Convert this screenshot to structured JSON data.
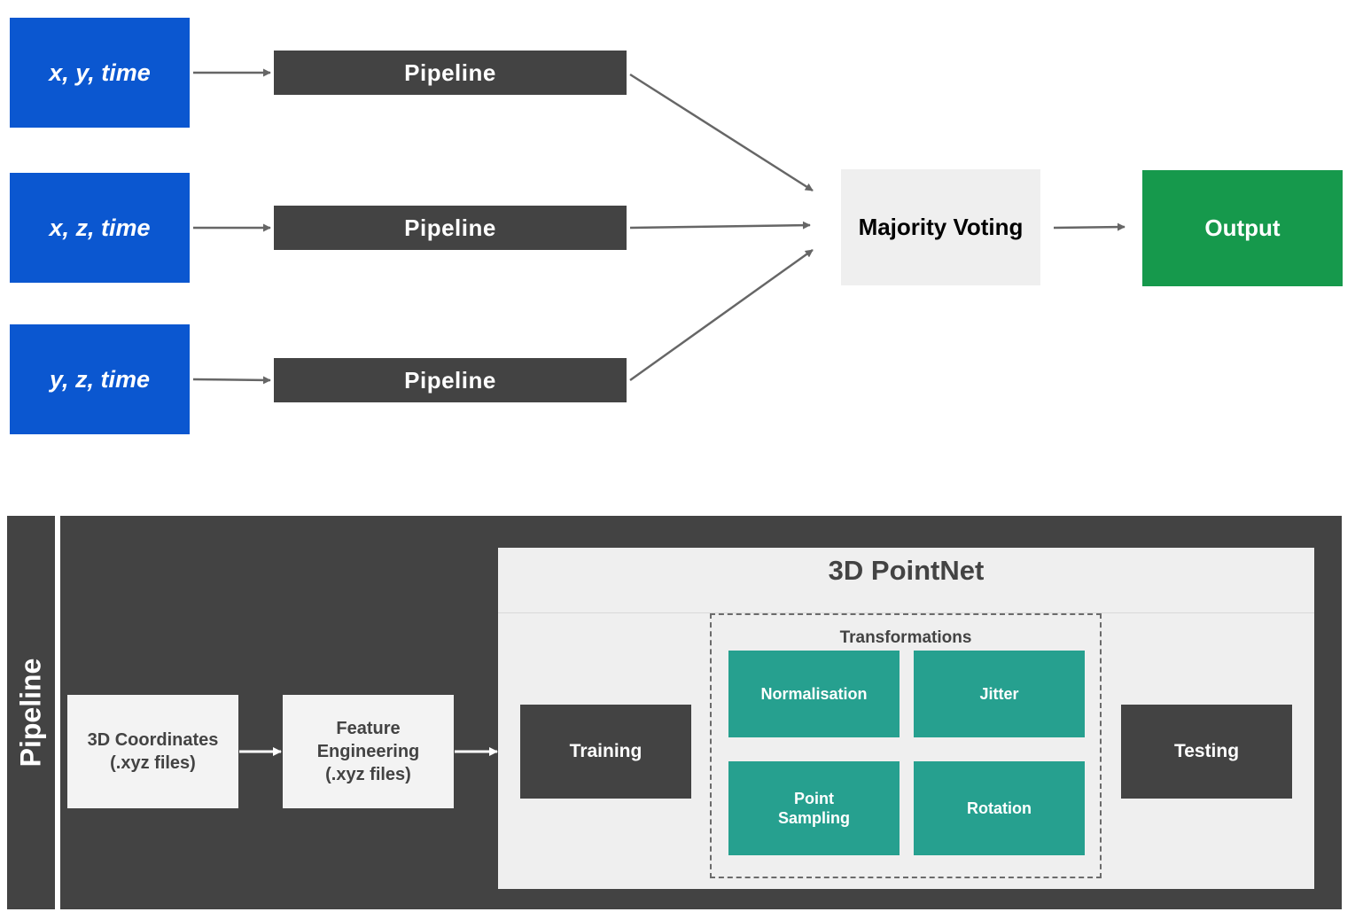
{
  "top": {
    "inputs": [
      {
        "label": "x, y, time"
      },
      {
        "label": "x, z, time"
      },
      {
        "label": "y, z, time"
      }
    ],
    "pipelines": [
      {
        "label": "Pipeline"
      },
      {
        "label": "Pipeline"
      },
      {
        "label": "Pipeline"
      }
    ],
    "voting": {
      "label": "Majority Voting"
    },
    "output": {
      "label": "Output"
    }
  },
  "pipeline_detail": {
    "side_label": "Pipeline",
    "coords": {
      "label": "3D Coordinates\n(.xyz files)"
    },
    "feature": {
      "label": "Feature\nEngineering\n(.xyz files)"
    },
    "pointnet": {
      "title": "3D PointNet",
      "training": "Training",
      "testing": "Testing",
      "transformations": {
        "title": "Transformations",
        "items": [
          "Normalisation",
          "Jitter",
          "Point\nSampling",
          "Rotation"
        ]
      }
    }
  },
  "colors": {
    "input_blue": "#0b57d0",
    "pipeline_dark": "#434343",
    "voting_gray": "#efefef",
    "output_green": "#16994c",
    "transform_teal": "#26a08f",
    "arrow_gray": "#666666"
  }
}
